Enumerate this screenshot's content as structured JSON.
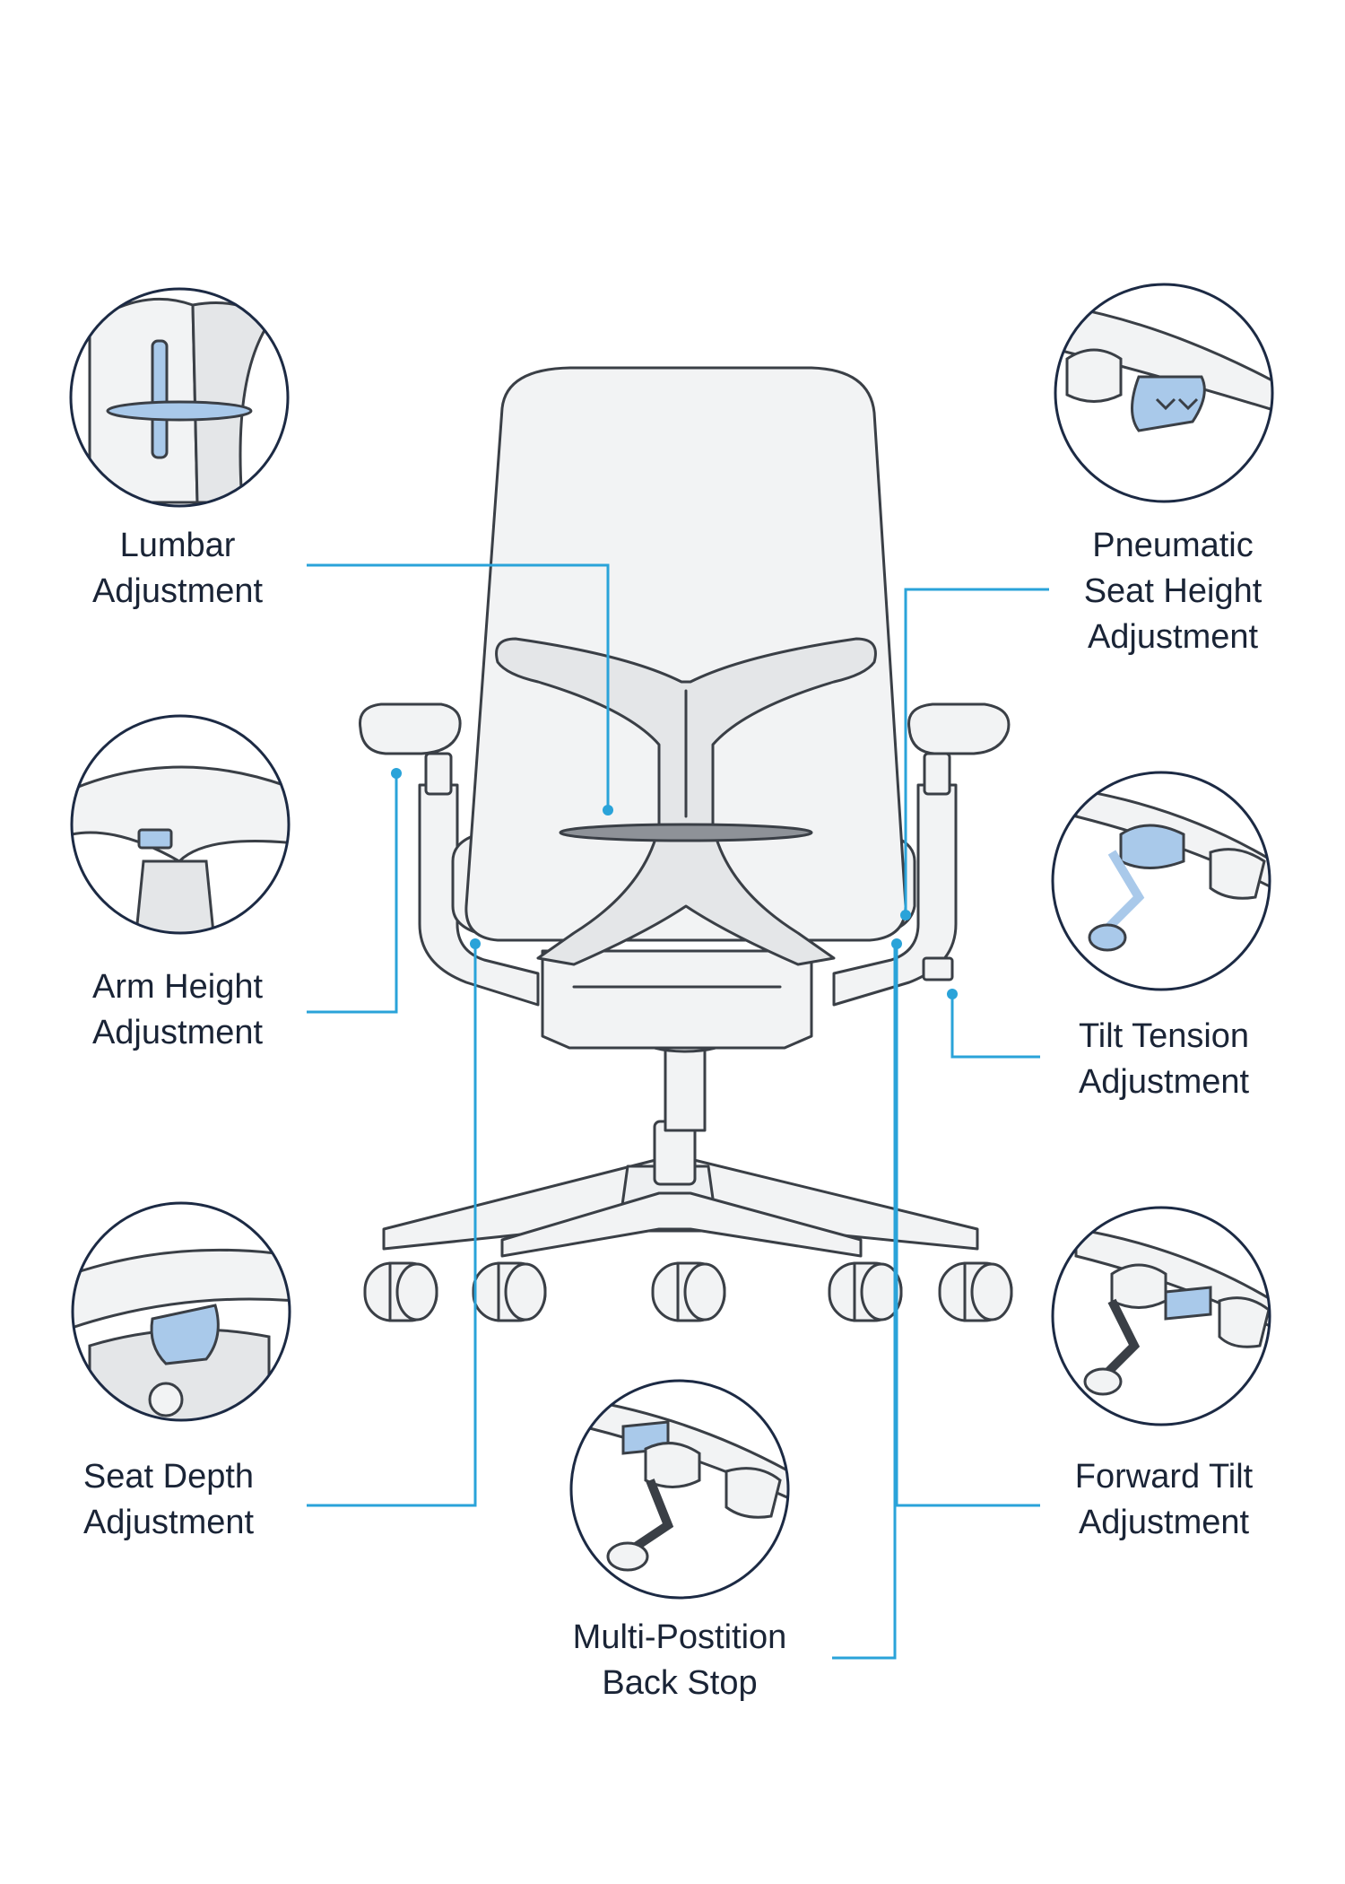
{
  "colors": {
    "accent": "#2aa3d9",
    "outline": "#1c2a44",
    "sketch": "#3a3f46",
    "highlight": "#a9c9ea",
    "chair_fill": "#f2f3f4"
  },
  "callouts": [
    {
      "id": "lumbar",
      "lines": [
        "Lumbar",
        "Adjustment"
      ],
      "icon": "lumbar-detail-icon"
    },
    {
      "id": "pneumatic",
      "lines": [
        "Pneumatic",
        "Seat Height",
        "Adjustment"
      ],
      "icon": "seat-height-lever-icon"
    },
    {
      "id": "arm-height",
      "lines": [
        "Arm Height",
        "Adjustment"
      ],
      "icon": "arm-height-button-icon"
    },
    {
      "id": "tilt-tension",
      "lines": [
        "Tilt Tension",
        "Adjustment"
      ],
      "icon": "tilt-tension-knob-icon"
    },
    {
      "id": "seat-depth",
      "lines": [
        "Seat Depth",
        "Adjustment"
      ],
      "icon": "seat-depth-lever-icon"
    },
    {
      "id": "forward-tilt",
      "lines": [
        "Forward Tilt",
        "Adjustment"
      ],
      "icon": "forward-tilt-lever-icon"
    },
    {
      "id": "back-stop",
      "lines": [
        "Multi-Postition",
        "Back Stop"
      ],
      "icon": "back-stop-lever-icon"
    }
  ]
}
